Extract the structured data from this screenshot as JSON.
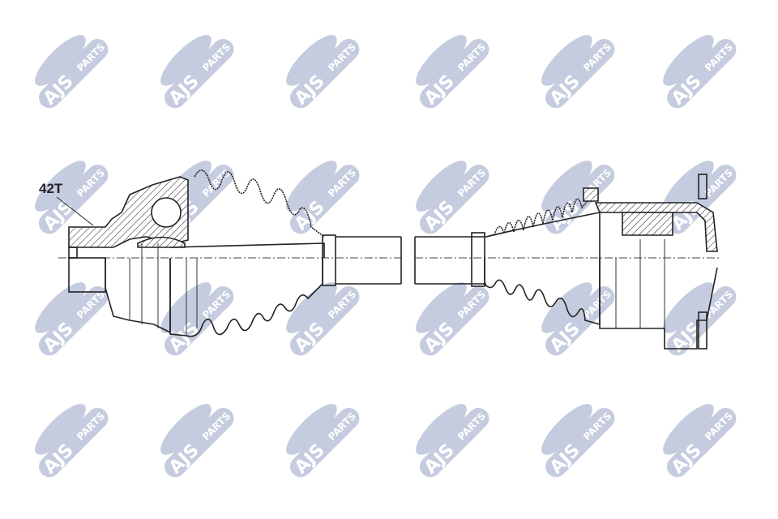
{
  "watermark": {
    "brand": "AJS",
    "sub": "PARTS",
    "color": "#c6ccdf"
  },
  "annotation": {
    "spline_count": "42T"
  },
  "colors": {
    "line": "#222222",
    "background": "#ffffff"
  }
}
